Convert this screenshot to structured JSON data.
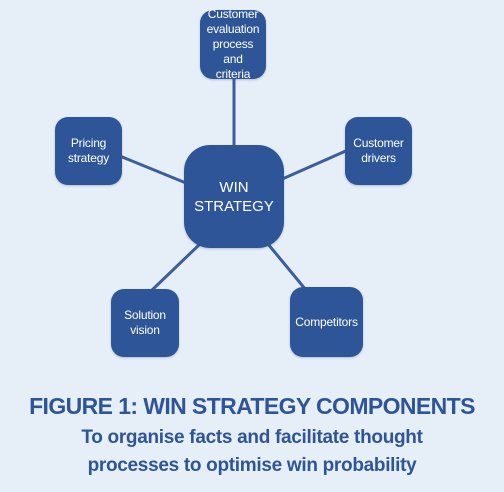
{
  "diagram": {
    "center": {
      "line1": "WIN",
      "line2": "STRATEGY"
    },
    "nodes": {
      "customer_evaluation": [
        "Customer",
        "evaluation",
        "process and",
        "criteria"
      ],
      "customer_drivers": [
        "Customer",
        "drivers"
      ],
      "pricing_strategy": [
        "Pricing",
        "strategy"
      ],
      "solution_vision": [
        "Solution",
        "vision"
      ],
      "competitors": [
        "Competitors"
      ]
    }
  },
  "caption": {
    "title": "FIGURE 1: WIN STRATEGY COMPONENTS",
    "subtitle_line1": "To organise facts and facilitate thought",
    "subtitle_line2": "processes to optimise win probability"
  },
  "colors": {
    "background": "#e6eff8",
    "node_fill": "#2e5597",
    "connector": "#3a5f9c",
    "text_on_node": "#ffffff",
    "caption": "#2e5597"
  }
}
